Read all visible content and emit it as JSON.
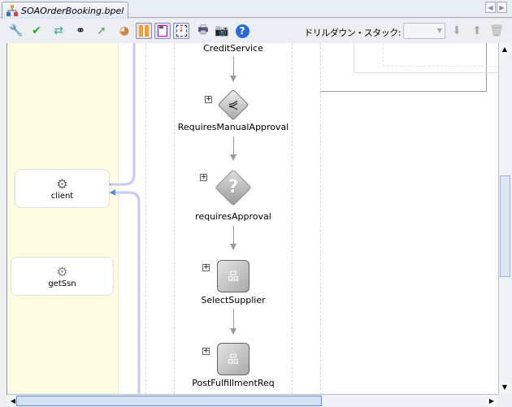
{
  "tab": {
    "title": "SOAOrderBooking.bpel",
    "icon": "bpel-process-icon"
  },
  "toolbar": {
    "icons": [
      "wrench-icon",
      "checkmark-icon",
      "deploy-icon",
      "binoculars-icon",
      "arrows-icon",
      "palette-icon",
      "swimlane-view-icon",
      "source-view-icon",
      "drilldown-view-icon",
      "print-icon",
      "camera-icon",
      "help-icon"
    ],
    "drilldown_label": "ドリルダウン・スタック:",
    "drilldown_value": ""
  },
  "partner_links": [
    {
      "name": "client"
    },
    {
      "name": "getSsn"
    }
  ],
  "activities": [
    {
      "name": "CreditService",
      "type": "invoke"
    },
    {
      "name": "RequiresManualApproval",
      "type": "flow"
    },
    {
      "name": "requiresApproval",
      "type": "switch"
    },
    {
      "name": "SelectSupplier",
      "type": "scope"
    },
    {
      "name": "PostFulfillmentReq",
      "type": "scope"
    }
  ],
  "glyphs": {
    "plus": "+",
    "question": "?",
    "flow": "⋞",
    "scope": "品",
    "left": "◀",
    "right": "▶",
    "up": "▲",
    "down": "▼"
  }
}
